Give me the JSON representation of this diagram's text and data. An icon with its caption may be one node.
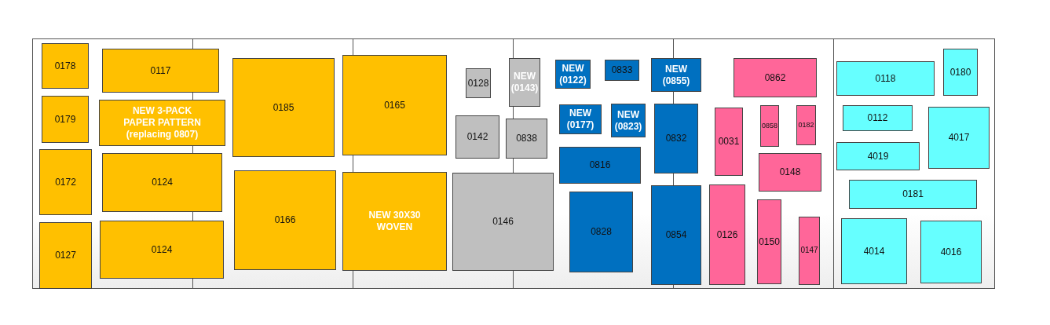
{
  "diagram": {
    "nodes": [
      {
        "text": [
          "0178"
        ]
      },
      {
        "text": [
          "0179"
        ]
      },
      {
        "text": [
          "0172"
        ]
      },
      {
        "text": [
          "0127"
        ]
      },
      {
        "text": [
          "0117"
        ]
      },
      {
        "text": [
          "NEW 3-PACK PAPER PATTERN (replacing 0807)"
        ]
      },
      {
        "text": [
          "0124"
        ]
      },
      {
        "text": [
          "0124"
        ]
      },
      {
        "text": [
          "0185"
        ]
      },
      {
        "text": [
          "0166"
        ]
      },
      {
        "text": [
          "0165"
        ]
      },
      {
        "text": [
          "NEW 30X30 WOVEN"
        ]
      },
      {
        "text": [
          "0128"
        ]
      },
      {
        "text": [
          "NEW (0143)"
        ]
      },
      {
        "text": [
          "0142"
        ]
      },
      {
        "text": [
          "0838"
        ]
      },
      {
        "text": [
          "0146"
        ]
      },
      {
        "text": [
          "NEW (0122)"
        ]
      },
      {
        "text": [
          "0833"
        ]
      },
      {
        "text": [
          "NEW (0855)"
        ]
      },
      {
        "text": [
          "NEW (0177)"
        ]
      },
      {
        "text": [
          "NEW (0823)"
        ]
      },
      {
        "text": [
          "0832"
        ]
      },
      {
        "text": [
          "0816"
        ]
      },
      {
        "text": [
          "0828"
        ]
      },
      {
        "text": [
          "0854"
        ]
      },
      {
        "text": [
          "0862"
        ]
      },
      {
        "text": [
          "0031"
        ]
      },
      {
        "text": [
          "0858"
        ]
      },
      {
        "text": [
          "0182"
        ]
      },
      {
        "text": [
          "0148"
        ]
      },
      {
        "text": [
          "0126"
        ]
      },
      {
        "text": [
          "0150"
        ]
      },
      {
        "text": [
          "0147"
        ]
      },
      {
        "text": [
          "0118"
        ]
      },
      {
        "text": [
          "0180"
        ]
      },
      {
        "text": [
          "0112"
        ]
      },
      {
        "text": [
          "4017"
        ]
      },
      {
        "text": [
          "4019"
        ]
      },
      {
        "text": [
          "0181"
        ]
      },
      {
        "text": [
          "4014"
        ]
      },
      {
        "text": [
          "4016"
        ]
      }
    ]
  }
}
